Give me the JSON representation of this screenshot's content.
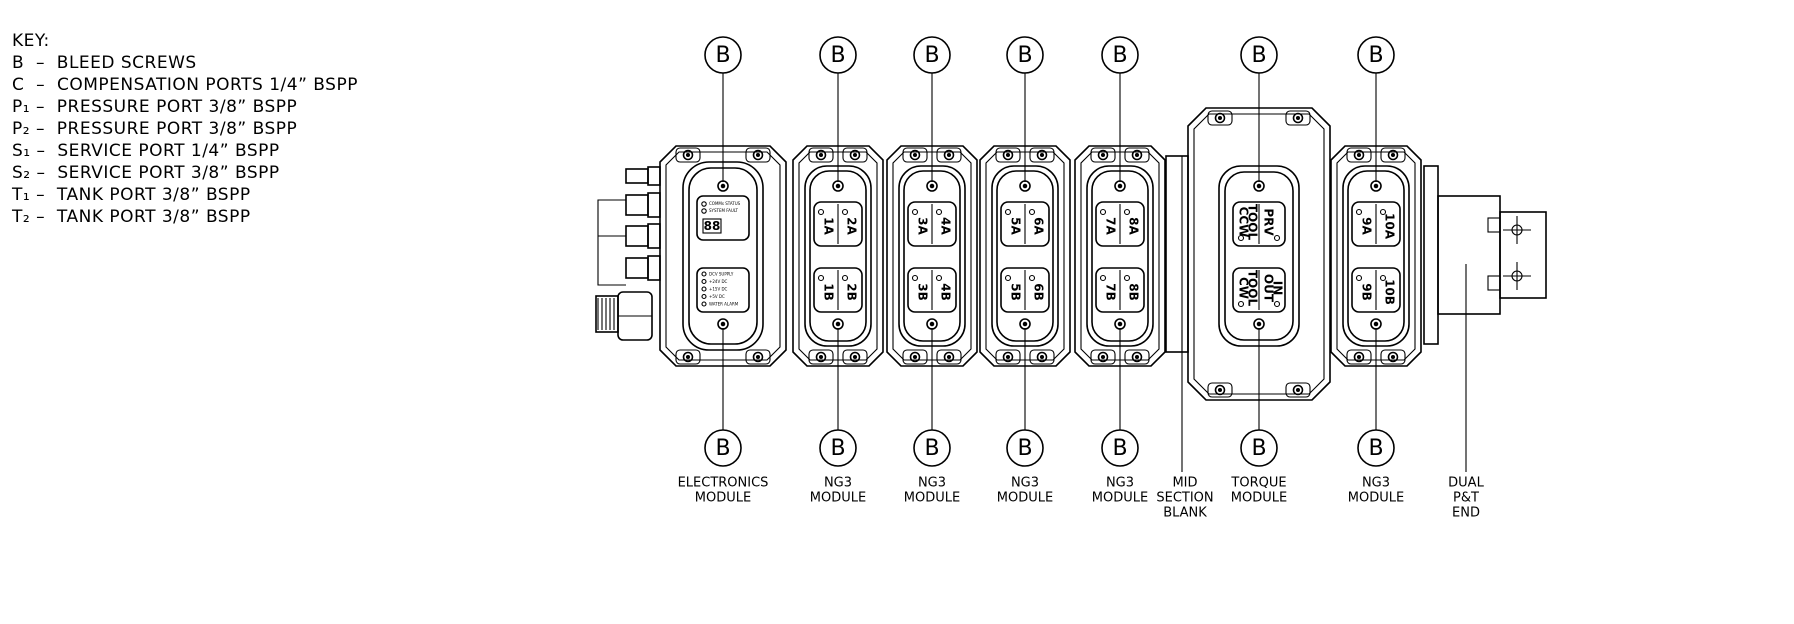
{
  "key": {
    "title": "KEY:",
    "items": [
      "B  –  BLEED SCREWS",
      "C  –  COMPENSATION PORTS 1/4” BSPP",
      "P₁ –  PRESSURE PORT 3/8” BSPP",
      "P₂ –  PRESSURE PORT 3/8” BSPP",
      "S₁ –  SERVICE PORT 1/4” BSPP",
      "S₂ –  SERVICE PORT 3/8” BSPP",
      "T₁ –  TANK PORT 3/8” BSPP",
      "T₂ –  TANK PORT 3/8” BSPP"
    ]
  },
  "callout_letter": "B",
  "electronics_panel": {
    "status_lines": [
      "COMMs STATUS",
      "SYSTEM FAULT"
    ],
    "display": "88",
    "supply_lines": [
      "DCV SUPPLY",
      "+24V DC",
      "+15V DC",
      "+5V DC",
      "WATER ALARM"
    ]
  },
  "ng3_modules": [
    {
      "a": [
        "1A",
        "2A"
      ],
      "b": [
        "1B",
        "2B"
      ],
      "label": [
        "NG3",
        "MODULE"
      ]
    },
    {
      "a": [
        "3A",
        "4A"
      ],
      "b": [
        "3B",
        "4B"
      ],
      "label": [
        "NG3",
        "MODULE"
      ]
    },
    {
      "a": [
        "5A",
        "6A"
      ],
      "b": [
        "5B",
        "6B"
      ],
      "label": [
        "NG3",
        "MODULE"
      ]
    },
    {
      "a": [
        "7A",
        "8A"
      ],
      "b": [
        "7B",
        "8B"
      ],
      "label": [
        "NG3",
        "MODULE"
      ]
    }
  ],
  "ng3_last": {
    "a": [
      "9A",
      "10A"
    ],
    "b": [
      "9B",
      "10B"
    ],
    "label": [
      "NG3",
      "MODULE"
    ]
  },
  "torque_panel": {
    "top_left": [
      "CCW",
      "TOOL"
    ],
    "top_right": "PRV",
    "bottom_left": [
      "CW",
      "TOOL"
    ],
    "bottom_right": [
      "OUT",
      "IN"
    ]
  },
  "labels": {
    "electronics": [
      "ELECTRONICS",
      "MODULE"
    ],
    "mid": [
      "MID",
      "SECTION",
      "BLANK"
    ],
    "torque": [
      "TORQUE",
      "MODULE"
    ],
    "dual": [
      "DUAL",
      "P&T",
      "END"
    ]
  }
}
